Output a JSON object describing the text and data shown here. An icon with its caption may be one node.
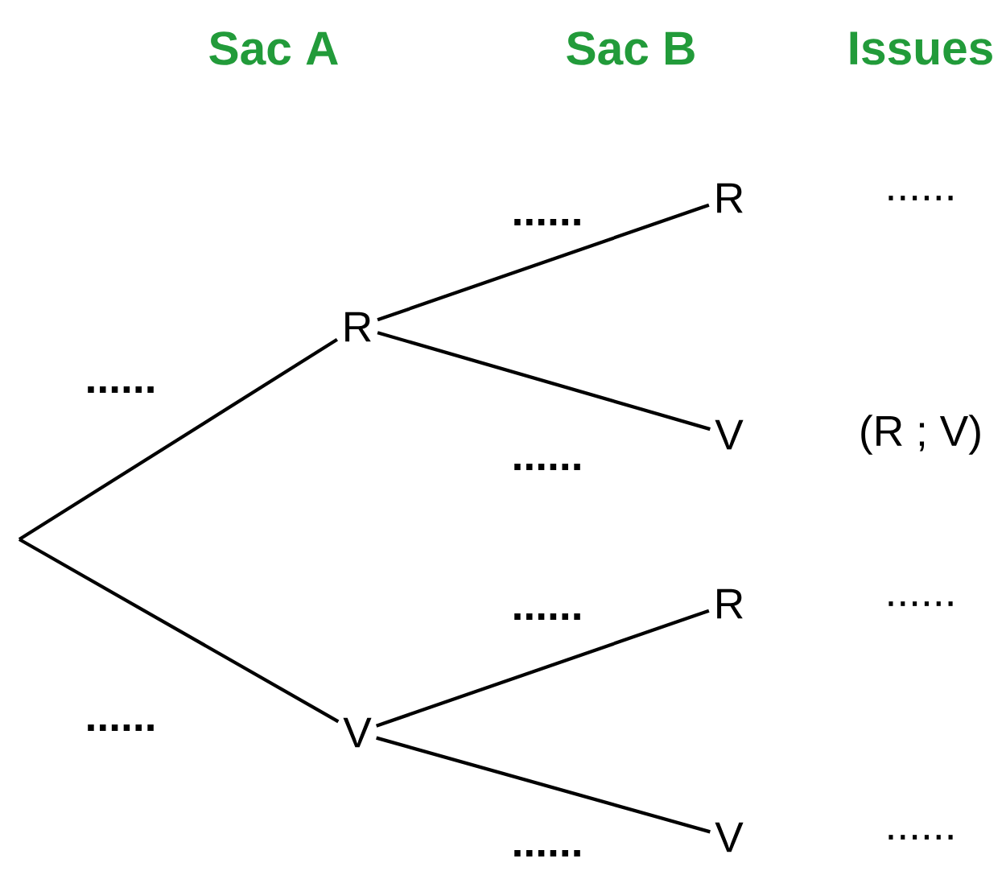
{
  "diagram": {
    "nodes": [
      {
        "text": [
          "R"
        ]
      },
      {
        "text": [
          "V"
        ]
      },
      {
        "text": [
          "R"
        ],
        "beside": [
          "......"
        ]
      },
      {
        "text": [
          "V"
        ],
        "beside": [
          "(R ; V)"
        ]
      },
      {
        "text": [
          "R"
        ],
        "beside": [
          "......"
        ]
      },
      {
        "text": [
          "V"
        ],
        "beside": [
          "......"
        ]
      }
    ],
    "edges": [
      {
        "from": null,
        "to": 0,
        "arrow": "none",
        "label": "......"
      },
      {
        "from": null,
        "to": 1,
        "arrow": "none",
        "label": "......"
      },
      {
        "from": 0,
        "to": 2,
        "arrow": "none",
        "label": "......"
      },
      {
        "from": 0,
        "to": 3,
        "arrow": "none",
        "label": "......"
      },
      {
        "from": 1,
        "to": 4,
        "arrow": "none",
        "label": "......"
      },
      {
        "from": 1,
        "to": 5,
        "arrow": "none",
        "label": "......"
      }
    ],
    "labels": [
      "Sac A",
      "Sac B",
      "Issues"
    ]
  }
}
